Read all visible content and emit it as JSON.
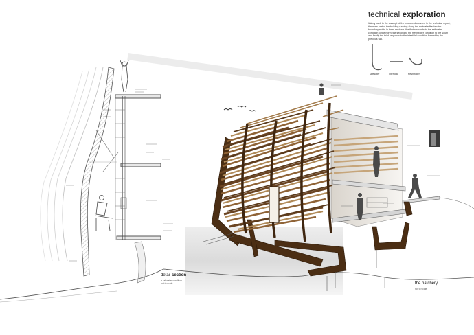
{
  "header": {
    "title_light": "technical",
    "title_bold": "exploration",
    "intro": "linking back to the concept of the ecotone discussed in the technical report, the main part of the building running along the saltwater/freshwater boundary exists in three sections. the first responds to the saltwater condition to the north, the second to the freshwater condition to the south and finally the third responds to the intertidal condition formed by the previous two."
  },
  "profiles": {
    "labels": [
      "saltwater",
      "intertidal",
      "freshwater"
    ]
  },
  "detail_section": {
    "caption_light": "detail",
    "caption_bold": "section",
    "sub_lines": [
      "a saltwater condition",
      "not to scale"
    ]
  },
  "hatchery": {
    "caption": "the hatchery",
    "sub": "not to scale"
  },
  "colors": {
    "timber_dark": "#5a3a1c",
    "timber_mid": "#8a6034",
    "timber_light": "#b08a58",
    "line_grey": "#9a9a9a",
    "water_grey": "#d8d8d8"
  }
}
